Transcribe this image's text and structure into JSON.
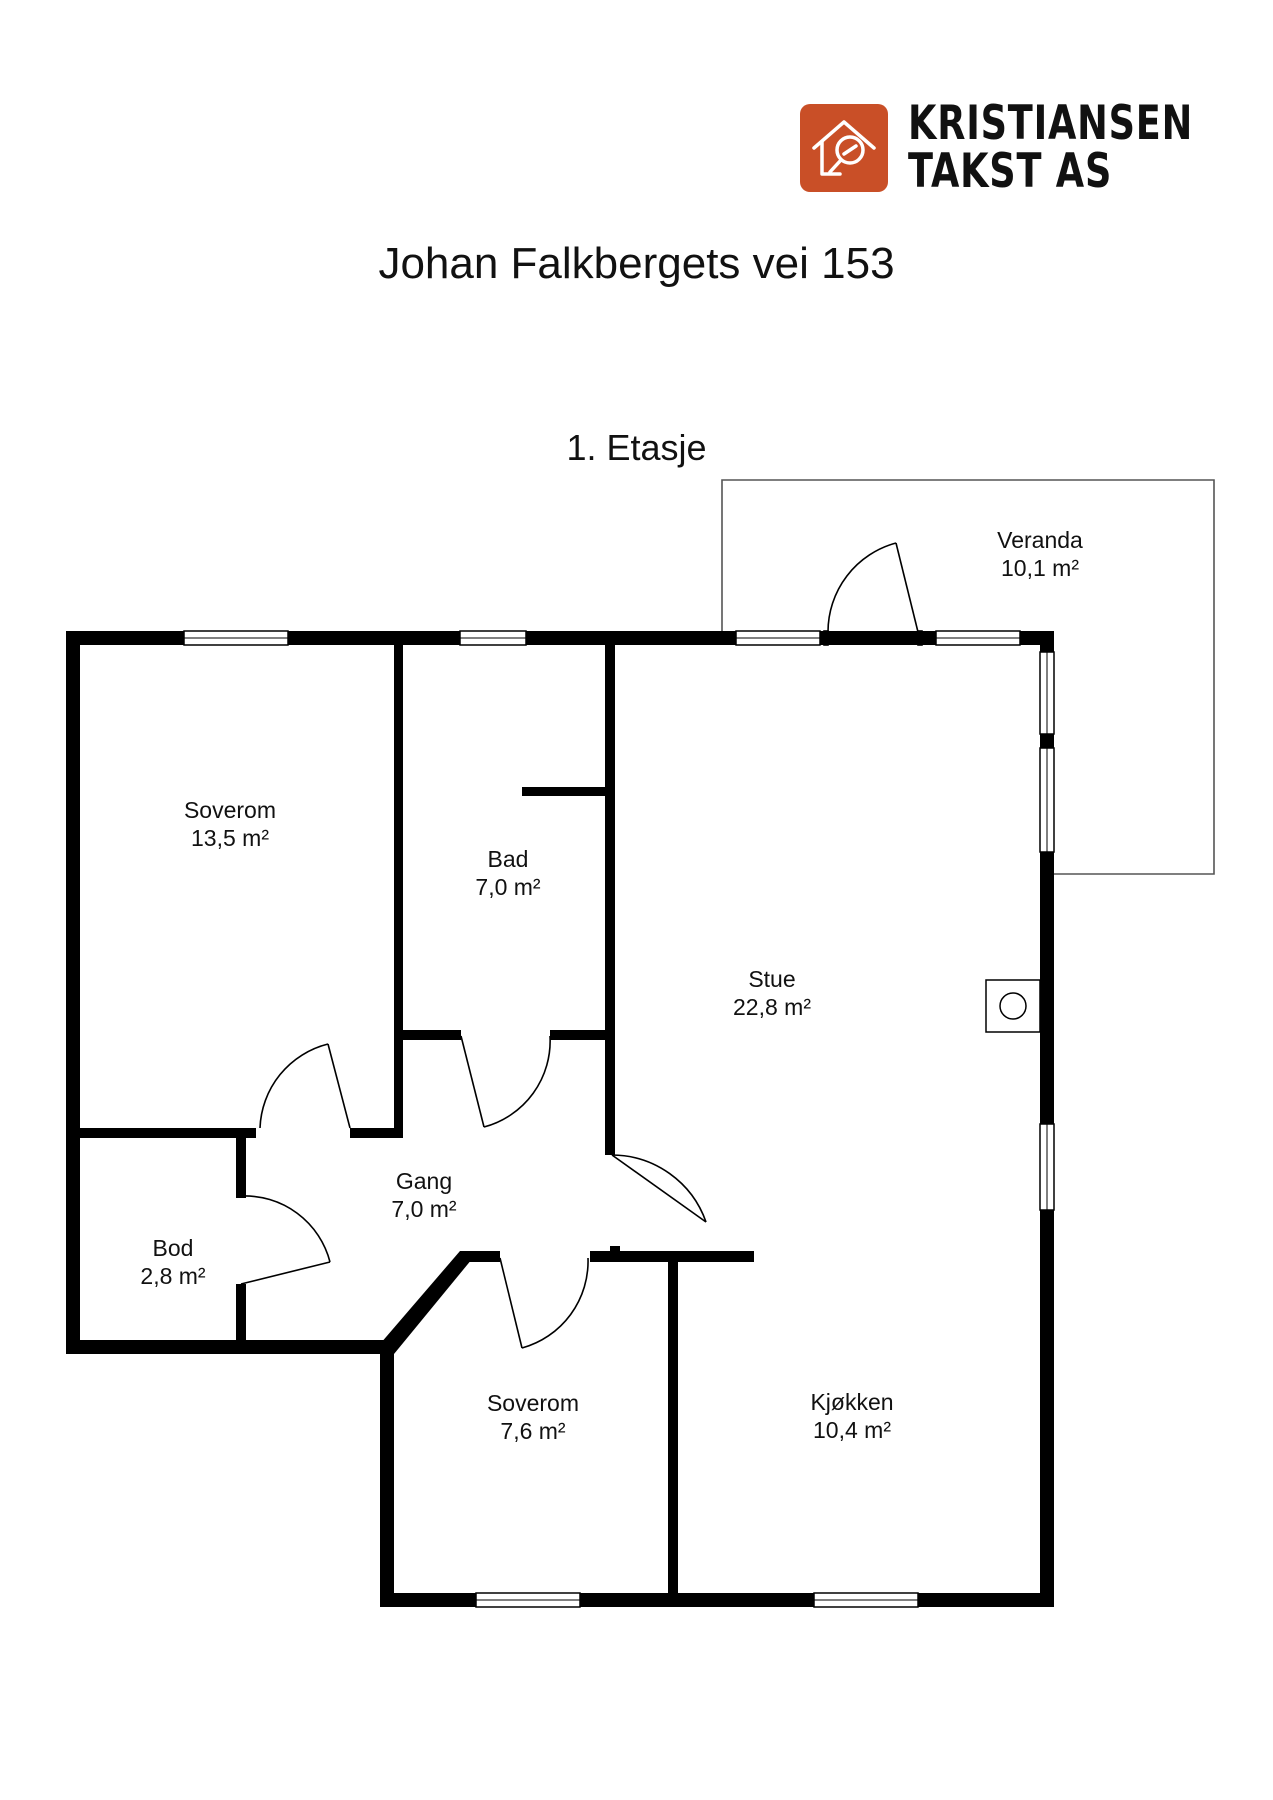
{
  "header": {
    "company_line1": "KRISTIANSEN",
    "company_line2": "TAKST AS",
    "logo_icon": "house-magnifier-icon",
    "brand_color": "#c94f27",
    "address": "Johan Falkbergets vei 153"
  },
  "floor": {
    "title": "1. Etasje",
    "rooms": [
      {
        "name": "Veranda",
        "area": "10,1 m²"
      },
      {
        "name": "Soverom",
        "area": "13,5 m²"
      },
      {
        "name": "Bad",
        "area": "7,0 m²"
      },
      {
        "name": "Stue",
        "area": "22,8 m²"
      },
      {
        "name": "Gang",
        "area": "7,0 m²"
      },
      {
        "name": "Bod",
        "area": "2,8 m²"
      },
      {
        "name": "Soverom",
        "area": "7,6 m²"
      },
      {
        "name": "Kjøkken",
        "area": "10,4 m²"
      }
    ]
  }
}
